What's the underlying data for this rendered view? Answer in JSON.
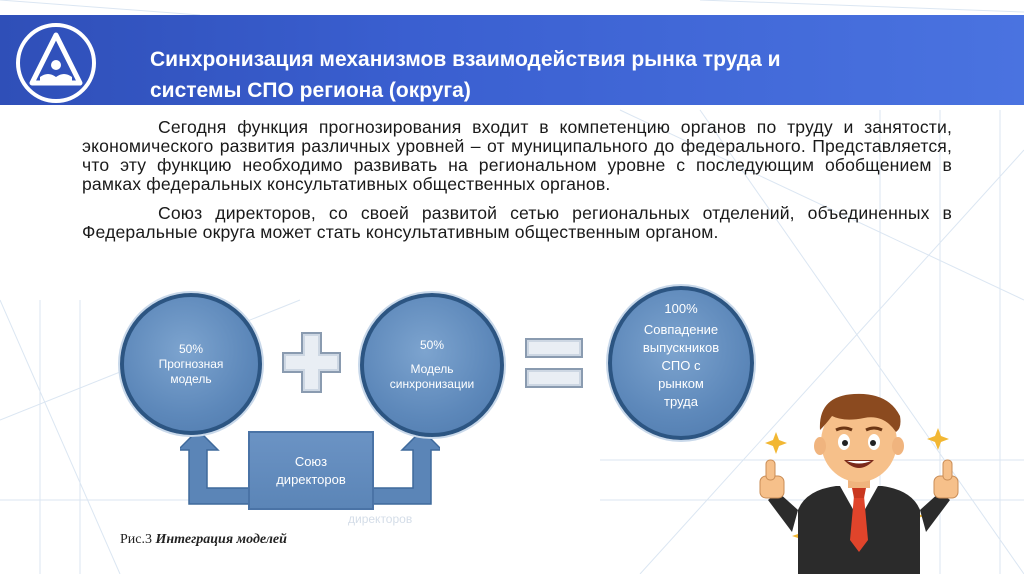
{
  "header": {
    "title_line1": "Синхронизация механизмов взаимодействия рынка труда и",
    "title_line2": "системы СПО региона (округа)"
  },
  "body": {
    "paragraph1": "Сегодня функция прогнозирования входит в компетенцию органов по труду и занятости, экономического развития различных уровней – от муниципального до федерального. Представляется, что эту функцию необходимо развивать на региональном уровне с последующим обобщением в рамках федеральных консультативных общественных органов.",
    "paragraph2": "Союз директоров, со своей развитой сетью региональных отделений, объединенных в Федеральные округа может стать консультативным общественным органом."
  },
  "diagram": {
    "circle1": {
      "percent": "50%",
      "line1": "Прогнозная",
      "line2": "модель"
    },
    "circle2": {
      "percent": "50%",
      "line1": "Модель",
      "line2": "синхронизации"
    },
    "circle3": {
      "percent": "100%",
      "line1": "Совпадение",
      "line2": "выпускников",
      "line3": "СПО с",
      "line4": "рынком",
      "line5": "труда"
    },
    "box": {
      "line1": "Союз",
      "line2": "директоров"
    },
    "ghost_text": "директоров",
    "caption_prefix": "Рис.3 ",
    "caption_title": "Интеграция моделей"
  },
  "colors": {
    "header": "#3a5fd0",
    "circle_fill": "#5d88ba",
    "circle_border": "#2c5582",
    "arrow_fill": "#5b85b7"
  }
}
